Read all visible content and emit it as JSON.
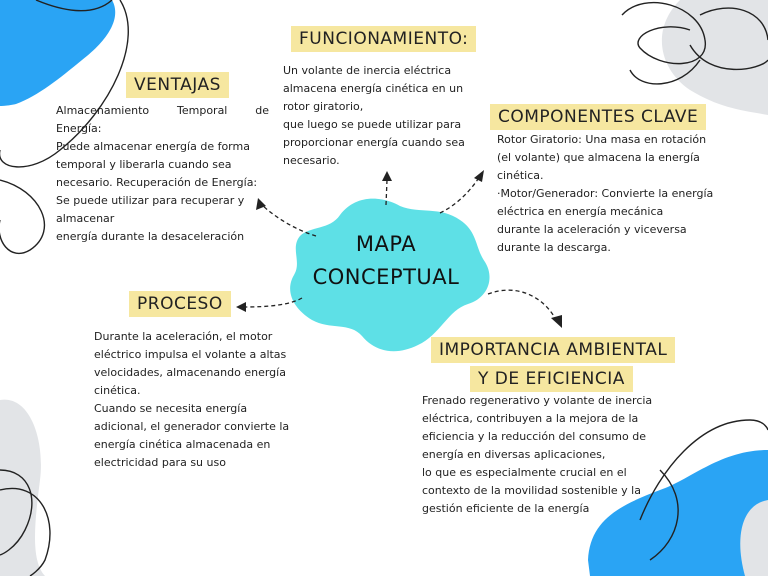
{
  "center": {
    "line1": "MAPA",
    "line2": "CONCEPTUAL"
  },
  "nodes": {
    "funcionamiento": {
      "title": "FUNCIONAMIENTO:",
      "lines": [
        "Un volante de inercia eléctrica",
        "almacena energía cinética en un",
        "rotor giratorio,",
        "que luego se puede utilizar para",
        "proporcionar energía cuando sea",
        "necesario."
      ]
    },
    "ventajas": {
      "title": "VENTAJAS",
      "lines": [
        "Almacenamiento Temporal de Energía:",
        "Puede almacenar energía de forma",
        "temporal y liberarla cuando sea",
        "necesario. Recuperación de Energía:",
        "Se puede utilizar para recuperar y",
        "almacenar",
        "energía durante la desaceleración"
      ]
    },
    "componentes": {
      "title": "COMPONENTES CLAVE",
      "lines": [
        "Rotor Giratorio: Una masa en rotación",
        "(el volante) que almacena la energía",
        "cinética.",
        "·Motor/Generador: Convierte la energía",
        "eléctrica en energía mecánica",
        "durante la aceleración y viceversa",
        "durante la descarga."
      ]
    },
    "proceso": {
      "title": "PROCESO",
      "lines": [
        "Durante la aceleración, el motor",
        "eléctrico impulsa el volante a altas",
        "velocidades, almacenando energía",
        "cinética.",
        "Cuando se necesita energía",
        "adicional, el generador convierte la",
        "energía cinética almacenada en",
        "electricidad para su uso"
      ]
    },
    "importancia": {
      "title_line1": "IMPORTANCIA AMBIENTAL",
      "title_line2": "Y DE EFICIENCIA",
      "lines": [
        "Frenado regenerativo y volante de inercia",
        "eléctrica, contribuyen a la mejora de la",
        "eficiencia y la reducción del consumo de",
        "energía en diversas aplicaciones,",
        "lo que es especialmente crucial en el",
        "contexto de la movilidad sostenible y la",
        "gestión eficiente de la energía"
      ]
    }
  },
  "colors": {
    "blob": "#5ee0e6",
    "label_bg": "#f6e7a0",
    "accent_blue": "#2aa4f4",
    "accent_gray": "#e2e4e7",
    "connector": "#222222"
  }
}
